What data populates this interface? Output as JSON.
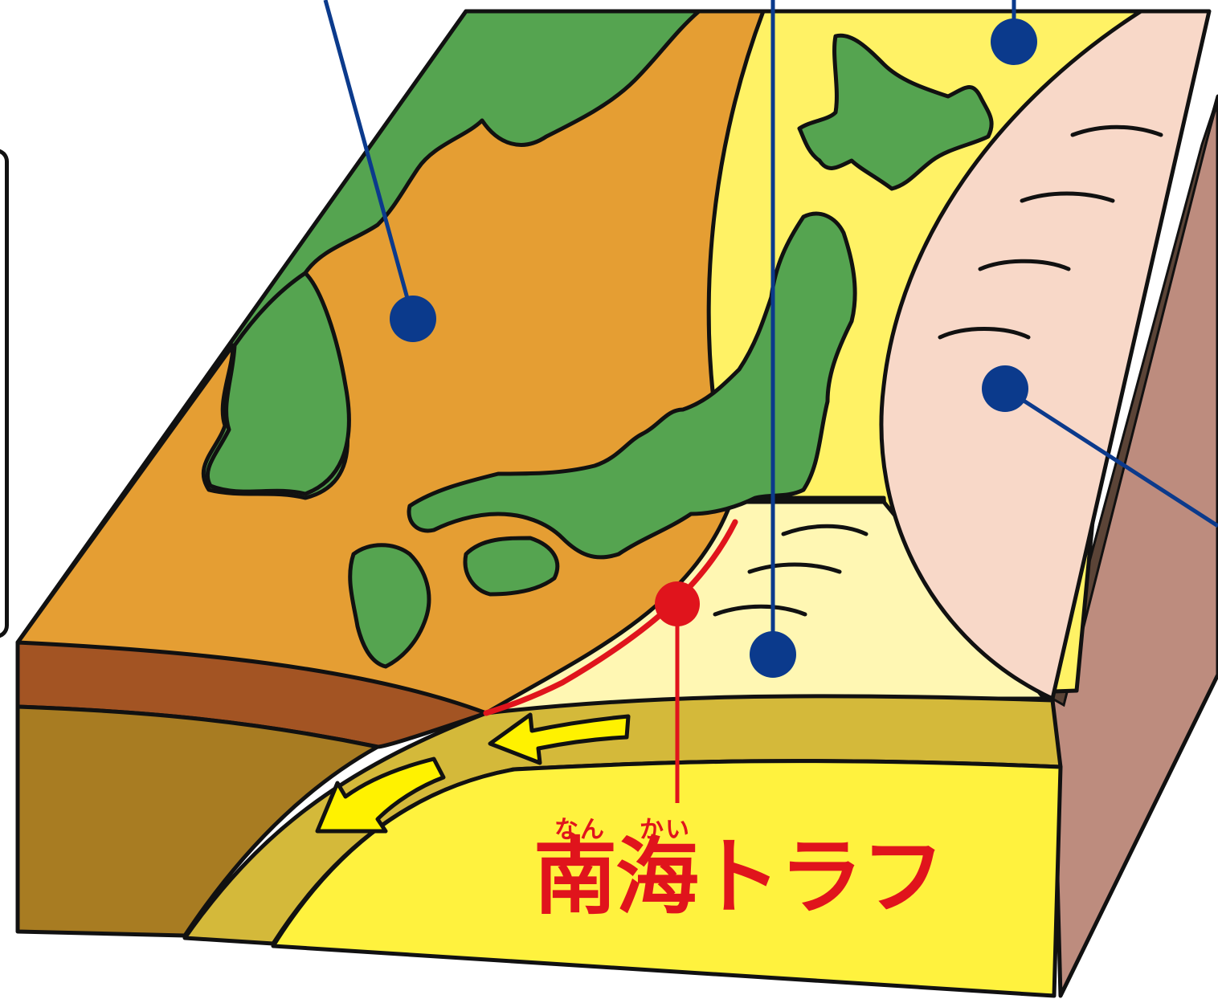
{
  "label": {
    "ruby_nan": "なん",
    "ruby_kai": "かい",
    "nankai_trough": "南海トラフ"
  },
  "colors": {
    "eurasian_plate": "#e59e33",
    "north_american_plate": "#fff265",
    "philippine_sea_plate": "#fff7b3",
    "pacific_plate": "#f8d8c8",
    "land": "#55a450",
    "trough_line": "#e0141c",
    "leader_line": "#0b3a8c",
    "arrow": "#fff200"
  },
  "icons": [
    "plate-marker-dot",
    "hypocenter-dot",
    "subduction-arrow-icon",
    "seismic-wave-icon"
  ]
}
